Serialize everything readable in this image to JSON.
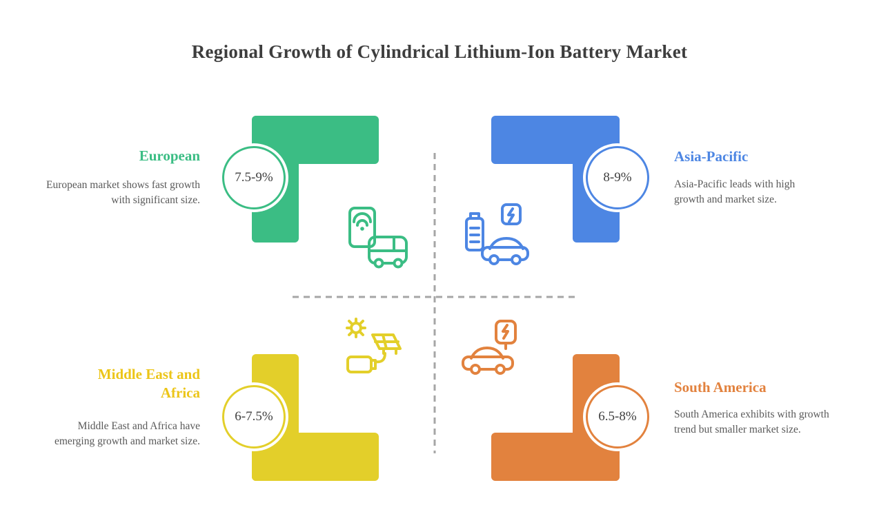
{
  "title": "Regional Growth of Cylindrical Lithium-Ion Battery Market",
  "quadrants": [
    {
      "id": "european",
      "name": "European",
      "growth_range": "7.5-9%",
      "description": "European market shows fast growth with significant size.",
      "color": "#3bbd84",
      "icons": [
        "smartphone-wifi-icon",
        "bus-icon"
      ]
    },
    {
      "id": "asia-pacific",
      "name": "Asia-Pacific",
      "growth_range": "8-9%",
      "description": "Asia-Pacific leads with high growth and market size.",
      "color": "#4d86e3",
      "icons": [
        "battery-icon",
        "ev-charger-icon",
        "car-icon"
      ]
    },
    {
      "id": "middle-east-africa",
      "name": "Middle East and Africa",
      "growth_range": "6-7.5%",
      "description": "Middle East and Africa have emerging growth and market size.",
      "color": "#e3cf2a",
      "icons": [
        "sun-icon",
        "solar-panel-icon",
        "battery-charging-icon"
      ]
    },
    {
      "id": "south-america",
      "name": "South America",
      "growth_range": "6.5-8%",
      "description": "South America exhibits with growth trend but smaller market size.",
      "color": "#e2823e",
      "icons": [
        "ev-charger-icon",
        "car-icon"
      ]
    }
  ],
  "chart_data": {
    "type": "table",
    "title": "Regional Growth of Cylindrical Lithium-Ion Battery Market",
    "categories": [
      "European",
      "Asia-Pacific",
      "Middle East and Africa",
      "South America"
    ],
    "values": [
      "7.5-9%",
      "8-9%",
      "6-7.5%",
      "6.5-8%"
    ]
  },
  "colors": {
    "green": "#3bbd84",
    "blue": "#4d86e3",
    "yellow": "#e3cf2a",
    "orange": "#e2823e",
    "title_text": "#3d3d3d",
    "body_text": "#595959",
    "divider": "#a6a6a6"
  }
}
